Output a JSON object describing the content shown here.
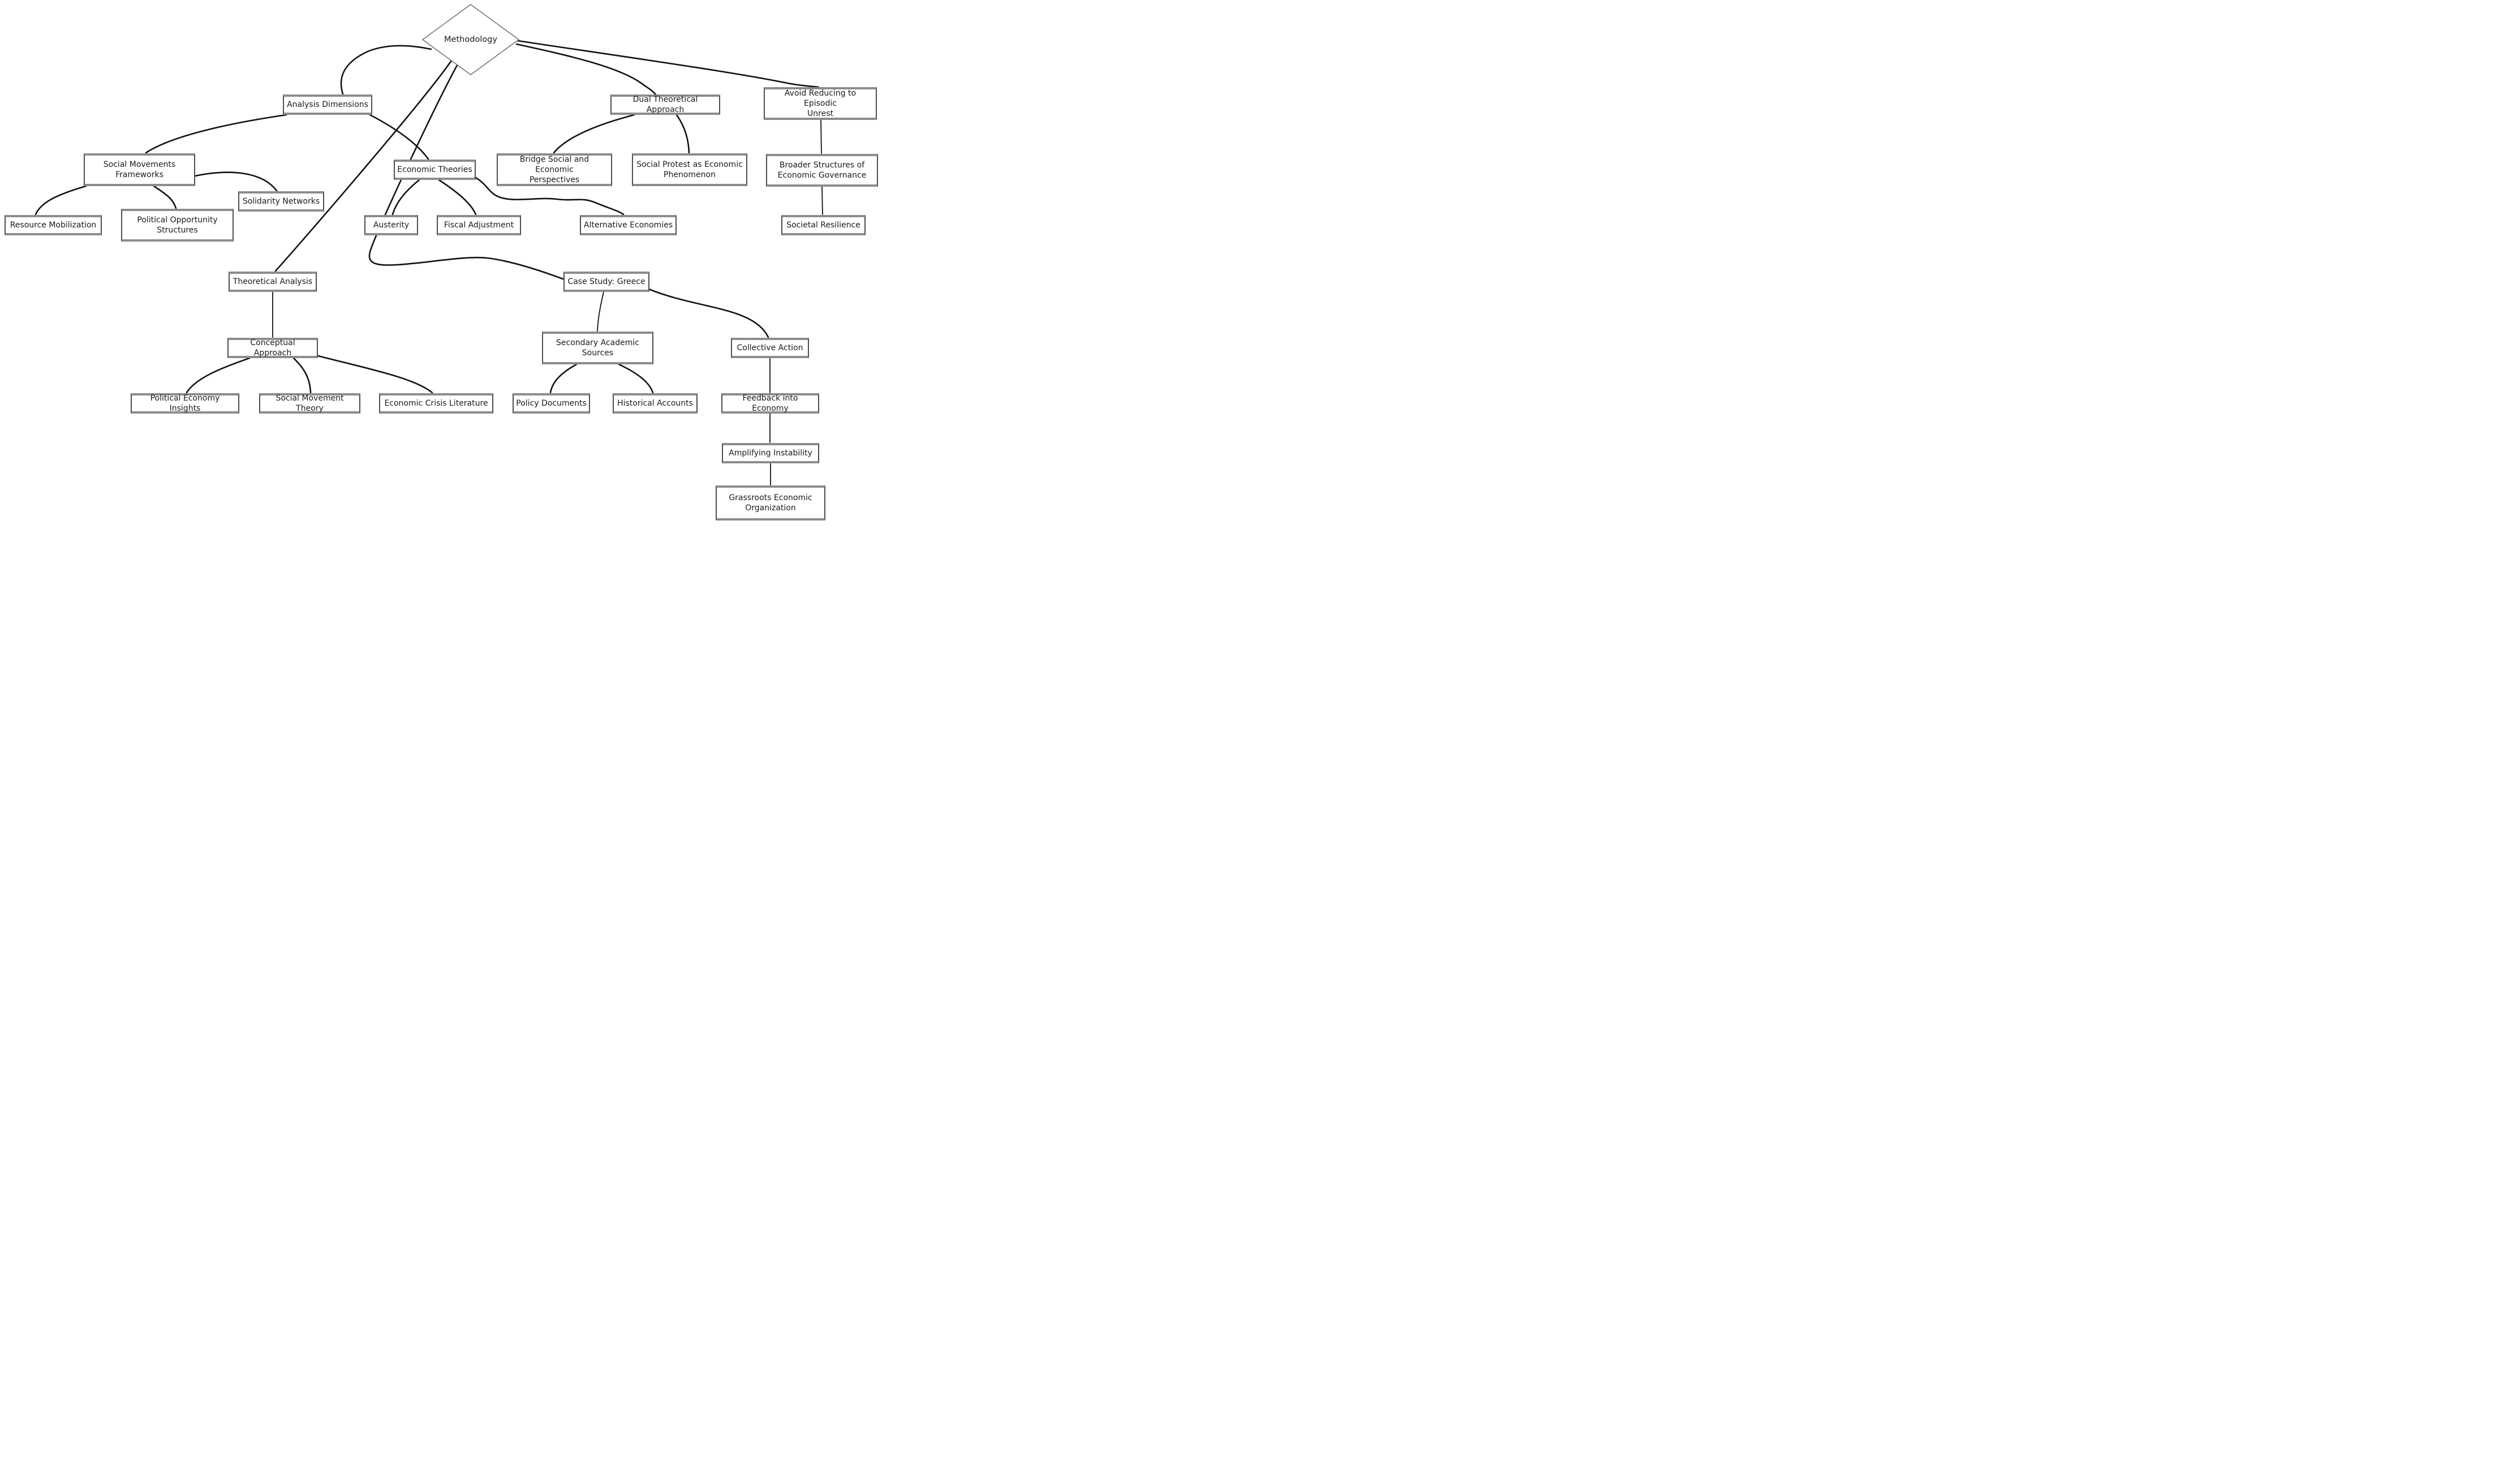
{
  "diagram": {
    "type": "flowchart-mindmap",
    "root": "Methodology",
    "colors": {
      "background": "#ffffff",
      "node_fill": "#ffffff",
      "node_border": "#4d4d4d",
      "node_border_accent": "#8c8c8c",
      "diamond_border": "#737373",
      "edge": "#111111",
      "text": "#1a1a1a"
    }
  },
  "nodes": {
    "methodology": {
      "label": "Methodology",
      "shape": "diamond"
    },
    "analysis_dimensions": {
      "label": "Analysis Dimensions",
      "shape": "rect"
    },
    "dual_theoretical_approach": {
      "label": "Dual Theoretical Approach",
      "shape": "rect"
    },
    "avoid_reducing": {
      "label": "Avoid Reducing to Episodic\nUnrest",
      "shape": "rect"
    },
    "social_movements_frameworks": {
      "label": "Social Movements\nFrameworks",
      "shape": "rect"
    },
    "solidarity_networks": {
      "label": "Solidarity Networks",
      "shape": "rect"
    },
    "resource_mobilization": {
      "label": "Resource Mobilization",
      "shape": "rect"
    },
    "political_opportunity_structures": {
      "label": "Political Opportunity\nStructures",
      "shape": "rect"
    },
    "economic_theories": {
      "label": "Economic Theories",
      "shape": "rect"
    },
    "bridge_social_economic": {
      "label": "Bridge Social and Economic\nPerspectives",
      "shape": "rect"
    },
    "social_protest_phenomenon": {
      "label": "Social Protest as Economic\nPhenomenon",
      "shape": "rect"
    },
    "broader_structures": {
      "label": "Broader Structures of\nEconomic Governance",
      "shape": "rect"
    },
    "austerity": {
      "label": "Austerity",
      "shape": "rect"
    },
    "fiscal_adjustment": {
      "label": "Fiscal Adjustment",
      "shape": "rect"
    },
    "alternative_economies": {
      "label": "Alternative Economies",
      "shape": "rect"
    },
    "societal_resilience": {
      "label": "Societal Resilience",
      "shape": "rect"
    },
    "theoretical_analysis": {
      "label": "Theoretical Analysis",
      "shape": "rect"
    },
    "case_study_greece": {
      "label": "Case Study: Greece",
      "shape": "rect"
    },
    "conceptual_approach": {
      "label": "Conceptual Approach",
      "shape": "rect"
    },
    "secondary_academic_sources": {
      "label": "Secondary Academic\nSources",
      "shape": "rect"
    },
    "collective_action": {
      "label": "Collective Action",
      "shape": "rect"
    },
    "political_economy_insights": {
      "label": "Political Economy Insights",
      "shape": "rect"
    },
    "social_movement_theory": {
      "label": "Social Movement Theory",
      "shape": "rect"
    },
    "economic_crisis_literature": {
      "label": "Economic Crisis Literature",
      "shape": "rect"
    },
    "policy_documents": {
      "label": "Policy Documents",
      "shape": "rect"
    },
    "historical_accounts": {
      "label": "Historical Accounts",
      "shape": "rect"
    },
    "feedback_into_economy": {
      "label": "Feedback into Economy",
      "shape": "rect"
    },
    "amplifying_instability": {
      "label": "Amplifying Instability",
      "shape": "rect"
    },
    "grassroots_economic_organization": {
      "label": "Grassroots Economic\nOrganization",
      "shape": "rect"
    }
  },
  "edges": [
    {
      "from": "methodology",
      "to": "analysis_dimensions"
    },
    {
      "from": "methodology",
      "to": "dual_theoretical_approach"
    },
    {
      "from": "methodology",
      "to": "avoid_reducing"
    },
    {
      "from": "methodology",
      "to": "theoretical_analysis"
    },
    {
      "from": "methodology",
      "to": "case_study_greece"
    },
    {
      "from": "analysis_dimensions",
      "to": "social_movements_frameworks"
    },
    {
      "from": "analysis_dimensions",
      "to": "economic_theories"
    },
    {
      "from": "social_movements_frameworks",
      "to": "resource_mobilization"
    },
    {
      "from": "social_movements_frameworks",
      "to": "political_opportunity_structures"
    },
    {
      "from": "social_movements_frameworks",
      "to": "solidarity_networks"
    },
    {
      "from": "economic_theories",
      "to": "austerity"
    },
    {
      "from": "economic_theories",
      "to": "fiscal_adjustment"
    },
    {
      "from": "economic_theories",
      "to": "alternative_economies"
    },
    {
      "from": "dual_theoretical_approach",
      "to": "bridge_social_economic"
    },
    {
      "from": "dual_theoretical_approach",
      "to": "social_protest_phenomenon"
    },
    {
      "from": "avoid_reducing",
      "to": "broader_structures"
    },
    {
      "from": "broader_structures",
      "to": "societal_resilience"
    },
    {
      "from": "theoretical_analysis",
      "to": "conceptual_approach"
    },
    {
      "from": "case_study_greece",
      "to": "secondary_academic_sources"
    },
    {
      "from": "case_study_greece",
      "to": "collective_action"
    },
    {
      "from": "conceptual_approach",
      "to": "political_economy_insights"
    },
    {
      "from": "conceptual_approach",
      "to": "social_movement_theory"
    },
    {
      "from": "conceptual_approach",
      "to": "economic_crisis_literature"
    },
    {
      "from": "secondary_academic_sources",
      "to": "policy_documents"
    },
    {
      "from": "secondary_academic_sources",
      "to": "historical_accounts"
    },
    {
      "from": "collective_action",
      "to": "feedback_into_economy"
    },
    {
      "from": "feedback_into_economy",
      "to": "amplifying_instability"
    },
    {
      "from": "amplifying_instability",
      "to": "grassroots_economic_organization"
    }
  ]
}
